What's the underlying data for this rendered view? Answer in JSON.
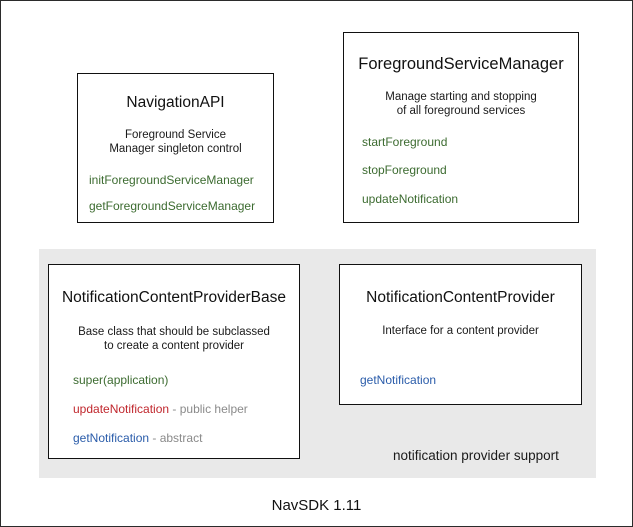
{
  "figure": {
    "caption": "NavSDK 1.11",
    "colors": {
      "green": "#3c6b30",
      "red": "#c0272d",
      "blue": "#2a5caa",
      "gray_note": "#8a8a8a",
      "panel_bg": "#e9e9e9",
      "box_border": "#111111",
      "text": "#111111"
    }
  },
  "group": {
    "label": "notification provider support"
  },
  "boxes": [
    {
      "id": "navigation-api",
      "title": "NavigationAPI",
      "desc": [
        "Foreground Service",
        "Manager singleton control"
      ],
      "methods": [
        {
          "name": "initForegroundServiceManager",
          "note": "",
          "color": "green"
        },
        {
          "name": "getForegroundServiceManager",
          "note": "",
          "color": "green"
        }
      ]
    },
    {
      "id": "foreground-service-manager",
      "title": "ForegroundServiceManager",
      "desc": [
        "Manage starting and stopping",
        "of all foreground services"
      ],
      "methods": [
        {
          "name": "startForeground",
          "note": "",
          "color": "green"
        },
        {
          "name": "stopForeground",
          "note": "",
          "color": "green"
        },
        {
          "name": "updateNotification",
          "note": "",
          "color": "green"
        }
      ]
    },
    {
      "id": "notification-content-provider-base",
      "title": "NotificationContentProviderBase",
      "desc": [
        "Base class that should be subclassed",
        "to create a content provider"
      ],
      "methods": [
        {
          "name": "super(application)",
          "note": "",
          "color": "green"
        },
        {
          "name": "updateNotification",
          "note": " - public helper",
          "color": "red"
        },
        {
          "name": "getNotification",
          "note": " - abstract",
          "color": "blue"
        }
      ]
    },
    {
      "id": "notification-content-provider",
      "title": "NotificationContentProvider",
      "desc": [
        "Interface for a content provider"
      ],
      "methods": [
        {
          "name": "getNotification",
          "note": "",
          "color": "blue"
        }
      ]
    }
  ]
}
